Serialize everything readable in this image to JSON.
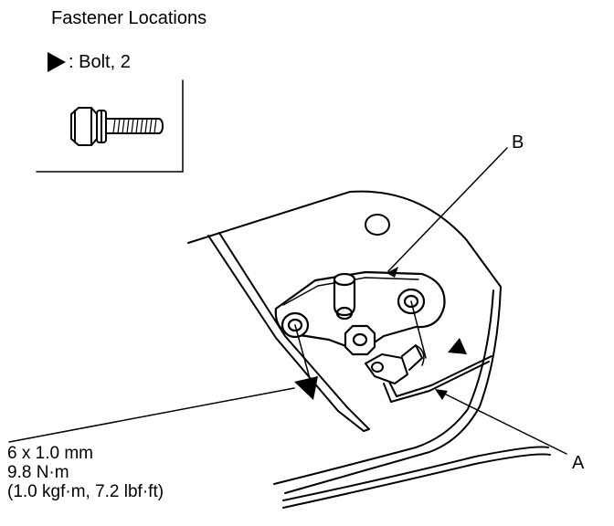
{
  "title": "Fastener Locations",
  "legend": {
    "symbol": "filled-triangle-icon",
    "text": ": Bolt, 2"
  },
  "callouts": {
    "a": "A",
    "b": "B"
  },
  "spec": {
    "size": "6 x 1.0 mm",
    "torque_nm": "9.8 N·m",
    "torque_alt": "(1.0 kgf·m, 7.2 lbf·ft)"
  }
}
